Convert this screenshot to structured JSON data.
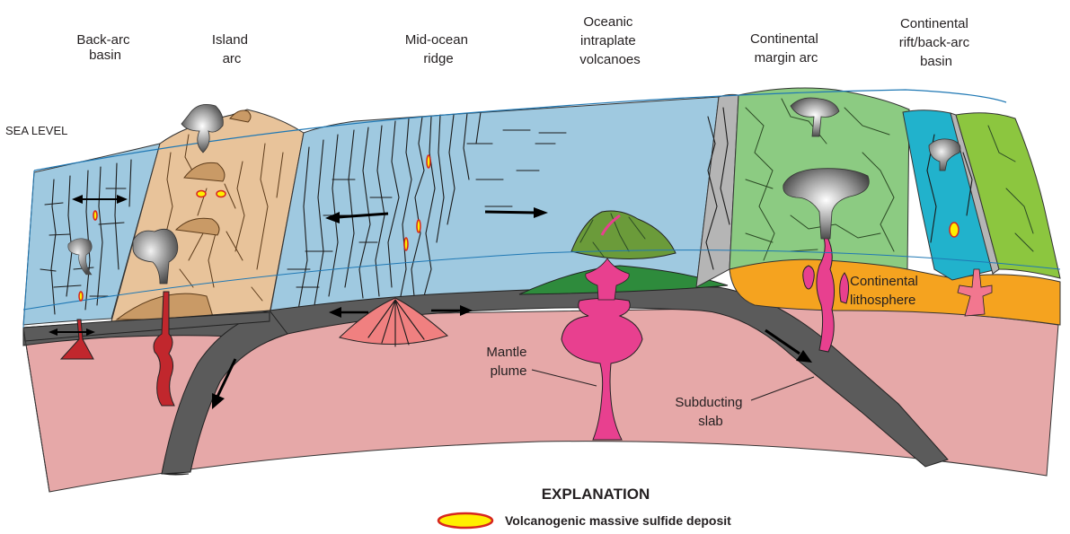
{
  "labels": {
    "back_arc_basin": [
      "Back-arc",
      "basin"
    ],
    "island_arc": [
      "Island",
      "arc"
    ],
    "mid_ocean_ridge": [
      "Mid-ocean",
      "ridge"
    ],
    "oceanic_intraplate_volcanoes": [
      "Oceanic",
      "intraplate",
      "volcanoes"
    ],
    "continental_margin_arc": [
      "Continental",
      "margin arc"
    ],
    "continental_rift": [
      "Continental",
      "rift/back-arc",
      "basin"
    ],
    "sea_level": "SEA LEVEL",
    "continental_lithosphere": [
      "Continental",
      "lithosphere"
    ],
    "mantle_plume": [
      "Mantle",
      "plume"
    ],
    "subducting_slab": [
      "Subducting",
      "slab"
    ]
  },
  "explanation": {
    "title": "EXPLANATION",
    "item": "Volcanogenic massive sulfide deposit"
  },
  "colors": {
    "ocean": "#9fc9e0",
    "island_arc": "#e8c39a",
    "mantle": "#e6a8a8",
    "lithosphere": "#5b5b5b",
    "continental_lithosphere": "#f5a31f",
    "continent_green": "#8ccb82",
    "rift_teal": "#21b2cc",
    "rift_green": "#8cc63f",
    "plume": "#e8408f",
    "magma": "#c1272d",
    "sulfide_fill": "#ffef00",
    "sulfide_edge": "#d7261e"
  }
}
